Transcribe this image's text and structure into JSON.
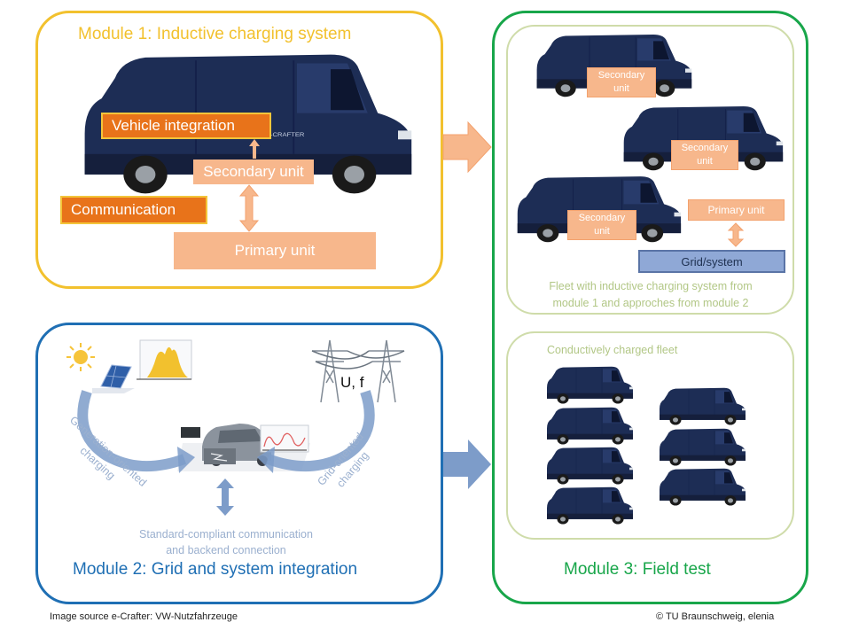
{
  "module1": {
    "title": "Module 1: Inductive charging system",
    "vehicle_integration": "Vehicle integration",
    "secondary_unit": "Secondary unit",
    "communication": "Communication",
    "primary_unit": "Primary unit",
    "van_badge": "e-CRAFTER"
  },
  "module2": {
    "title": "Module 2: Grid and system integration",
    "grid_voltage_freq": "U, f",
    "generation_oriented": "Generation-oriented charging",
    "grid_oriented": "Grid-oriented charging",
    "communication_line1": "Standard-compliant communication",
    "communication_line2": "and backend connection"
  },
  "module3": {
    "title": "Module 3: Field test",
    "secondary_unit_line1": "Secondary",
    "secondary_unit_line2": "unit",
    "primary_unit": "Primary unit",
    "grid_system": "Grid/system",
    "fleet_note_line1": "Fleet with inductive charging system from",
    "fleet_note_line2": "module 1 and approches from module 2",
    "conductive_fleet": "Conductively charged fleet"
  },
  "footer": {
    "image_source": "Image source e-Crafter: VW-Nutzfahrzeuge",
    "copyright": "© TU Braunschweig, elenia"
  },
  "colors": {
    "module1_border": "#f2c12e",
    "module2_border": "#1f6fb4",
    "module3_border": "#18a64a",
    "orange_label": "#e8731a",
    "light_orange": "#f7b78c",
    "van_body": "#1d2d55"
  }
}
